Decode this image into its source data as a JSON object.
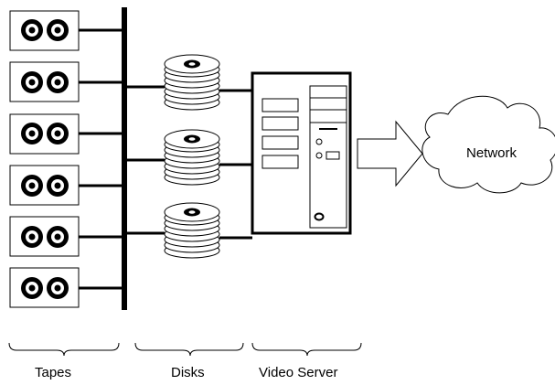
{
  "labels": {
    "tapes": "Tapes",
    "disks": "Disks",
    "video_server": "Video Server",
    "network": "Network"
  },
  "counts": {
    "tape_drives": 6,
    "disk_stacks": 3
  },
  "colors": {
    "stroke": "#000000",
    "fill": "#ffffff"
  }
}
